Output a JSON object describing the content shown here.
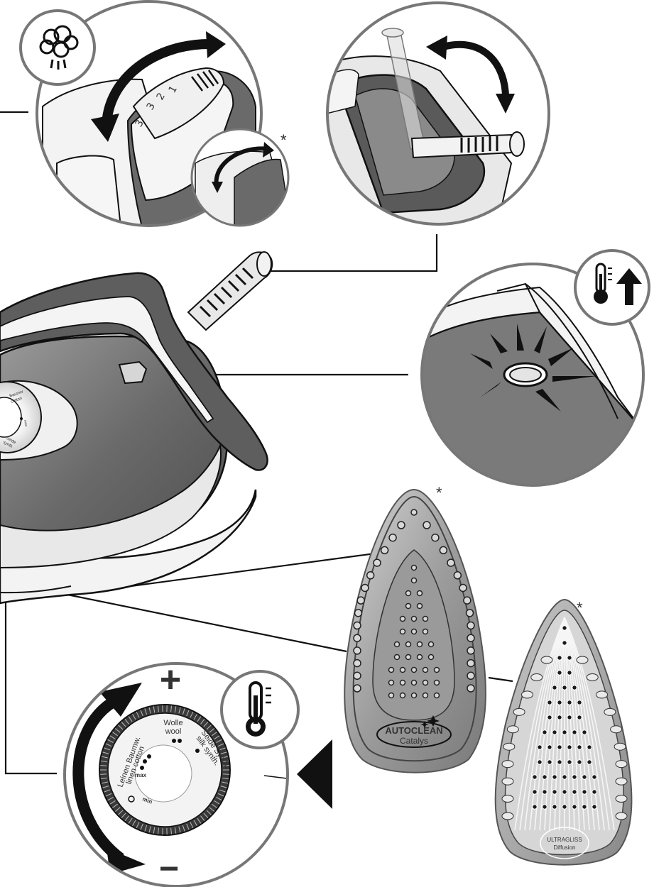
{
  "callouts": {
    "steam_setting": {
      "icon": "steam-cloud-icon",
      "dial_numbers": [
        "1",
        "2",
        "3",
        "3"
      ],
      "footnote_marker": "*"
    },
    "cord_swivel": {
      "icon": "rotation-arrow-icon"
    },
    "indicator_light": {
      "icon": "thermometer-up-icon"
    },
    "soleplate_autoclean": {
      "footnote_marker": "*",
      "brand_line1": "AUTOCLEAN",
      "brand_line2": "Catalys"
    },
    "soleplate_ultragliss": {
      "footnote_marker": "*",
      "brand_line1": "ULTRAGLISS",
      "brand_line2": "Diffusion"
    },
    "temperature_dial": {
      "icon": "thermometer-icon",
      "plus_sign": "+",
      "minus_sign": "−",
      "fabric_labels": {
        "linen_de": "Leinen Baumw.",
        "linen_en": "linen cotton",
        "wool_de": "Wolle",
        "wool_en": "wool",
        "silk_de": "Seide Synth.",
        "silk_en": "silk synth."
      },
      "max_label": "max",
      "min_label": "min",
      "pointer_icon": "pointer-triangle-icon"
    }
  },
  "iron_dial_small_labels": [
    "Baumw",
    "cotton",
    "Seide",
    "synth",
    "max"
  ],
  "colors": {
    "body_dark": "#6e6e6e",
    "body_mid": "#8a8a8a",
    "body_light": "#ececec",
    "outline": "#1a1a1a",
    "circle_ring": "#6a6a6a",
    "soleplate_silver": "#a6a6a6"
  }
}
